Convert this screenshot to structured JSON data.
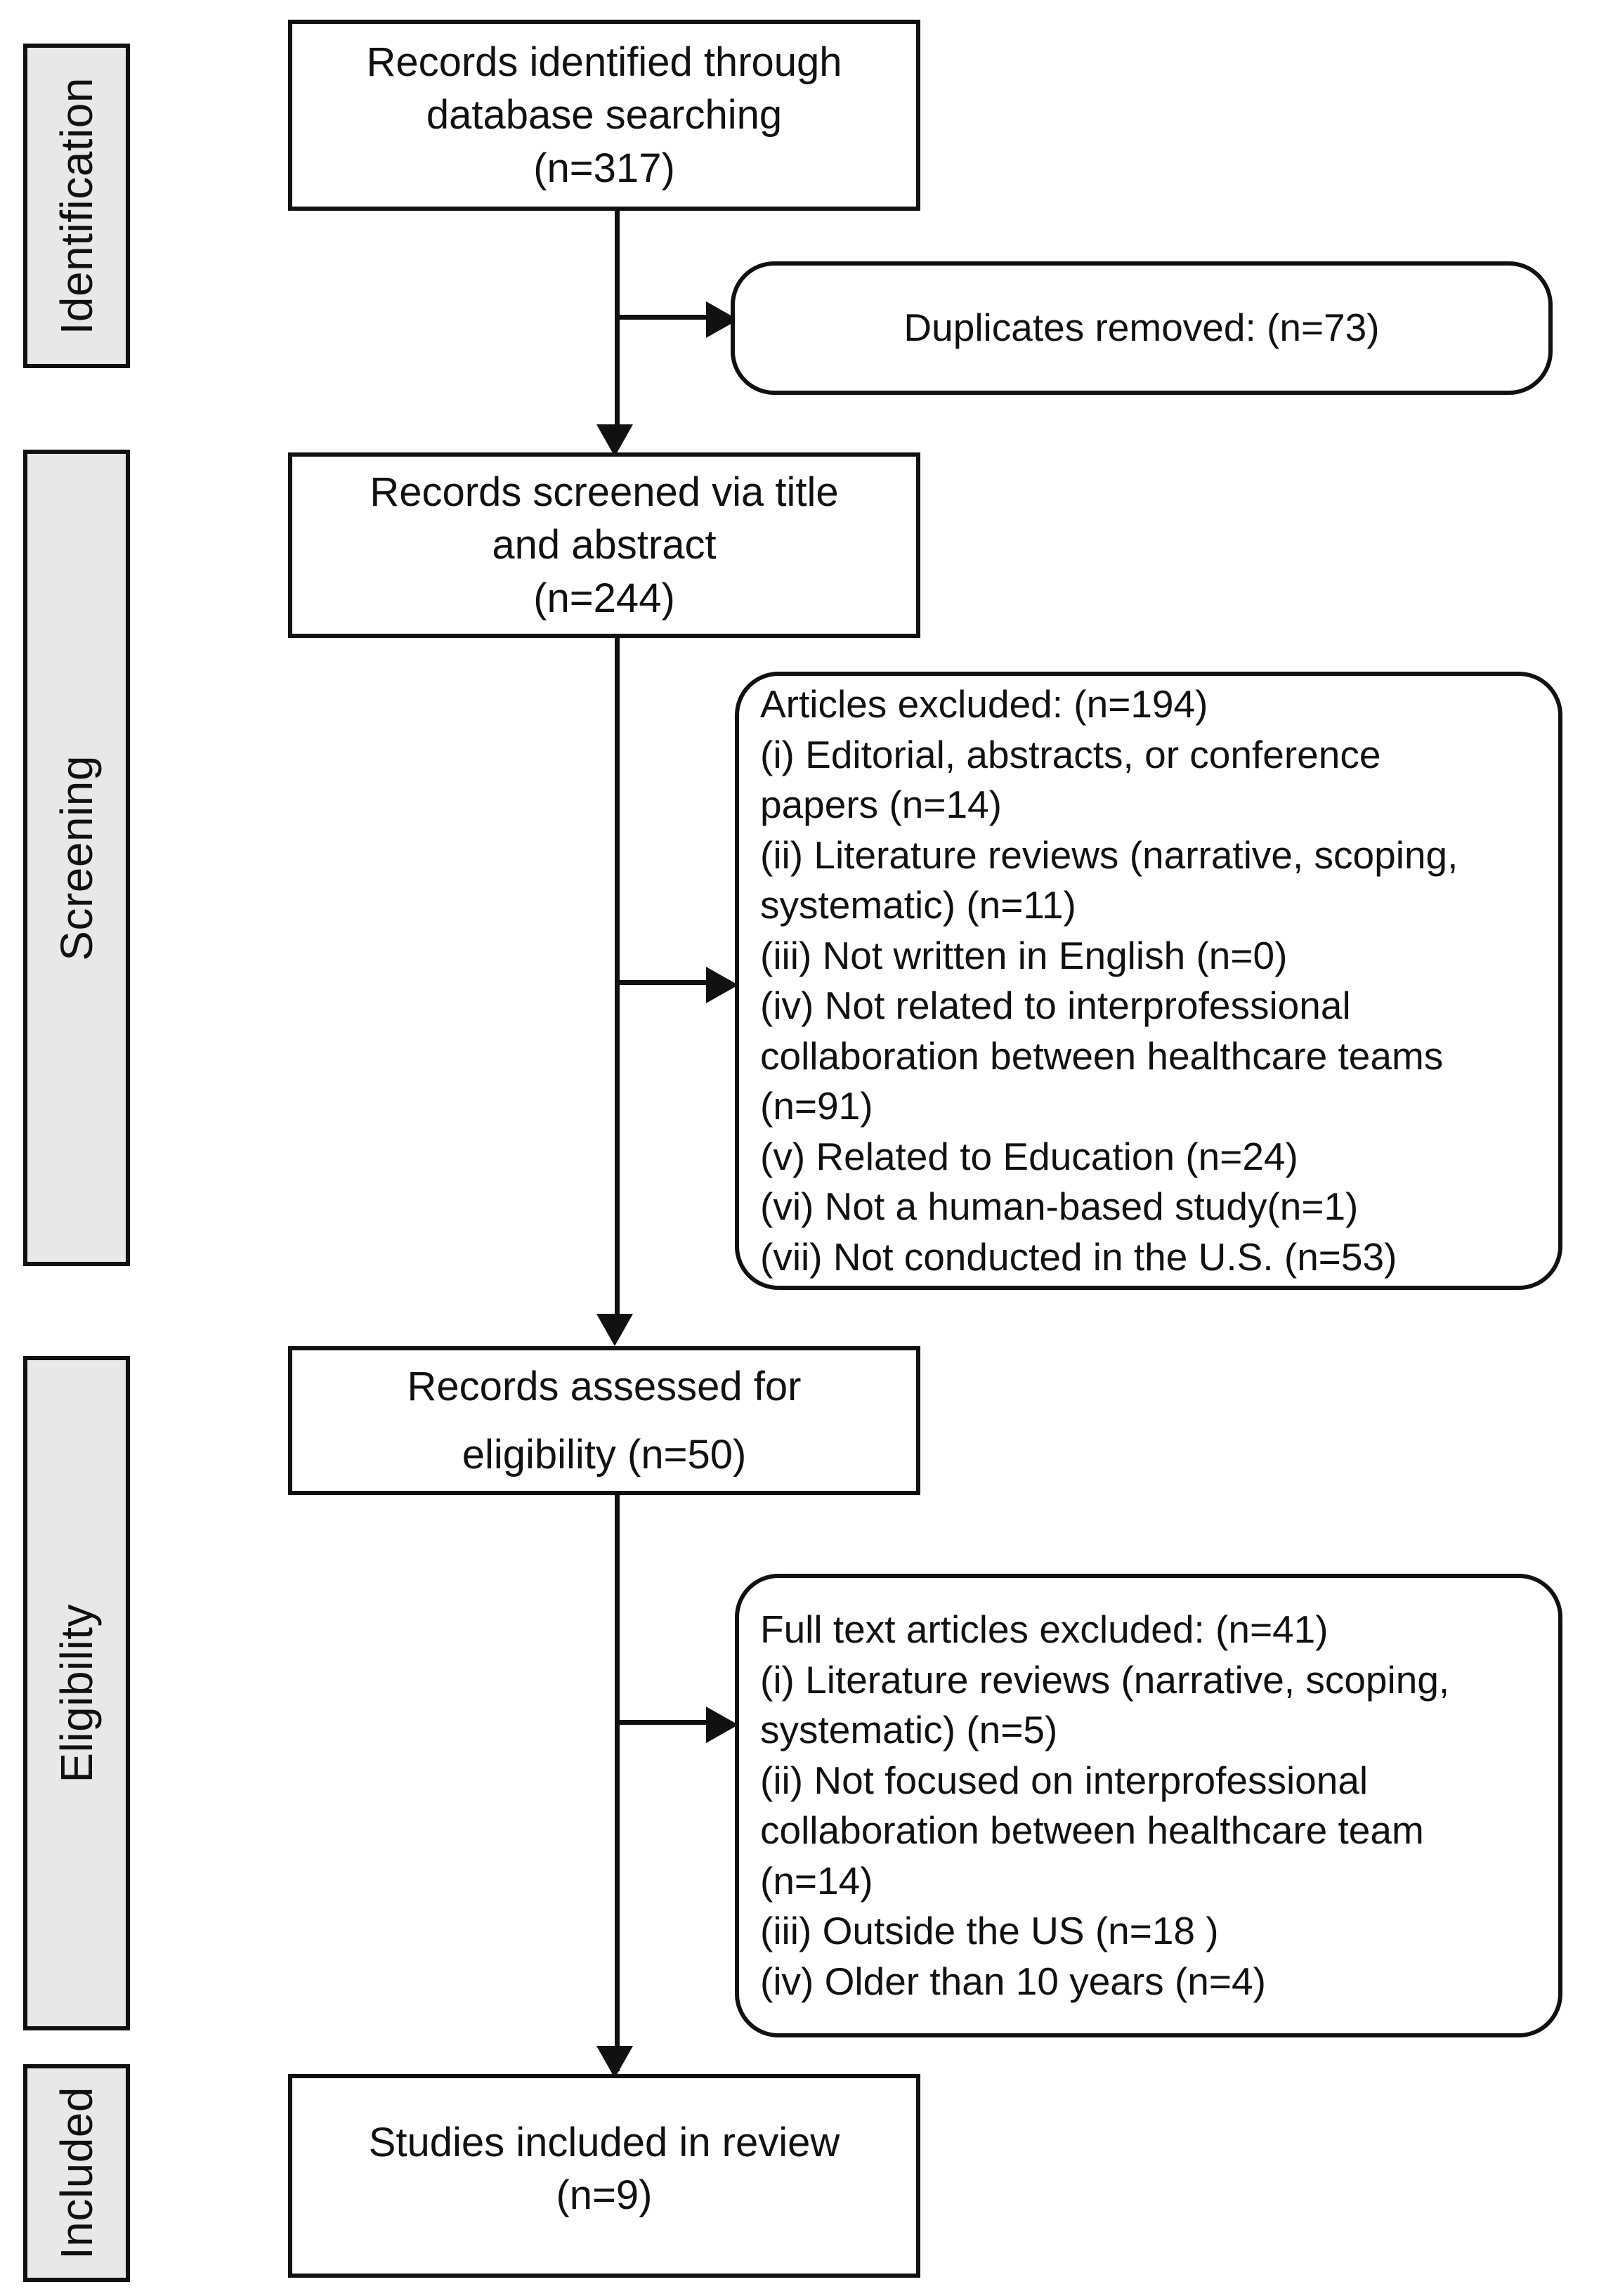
{
  "diagram": {
    "type": "PRISMA flow diagram",
    "stages": [
      {
        "label": "Identification"
      },
      {
        "label": "Screening"
      },
      {
        "label": "Eligibility"
      },
      {
        "label": "Included"
      }
    ],
    "boxes": {
      "identified": {
        "lines": [
          "Records identified through",
          "database searching",
          "(n=317)"
        ],
        "count": 317
      },
      "duplicates": {
        "lines": [
          "Duplicates removed: (n=73)"
        ],
        "count": 73
      },
      "screened": {
        "lines": [
          "Records screened via title",
          "and abstract",
          "(n=244)"
        ],
        "count": 244
      },
      "articles_excluded": {
        "lines": [
          "Articles excluded: (n=194)",
          "(i)   Editorial, abstracts, or conference",
          "papers (n=14)",
          "(ii)  Literature reviews (narrative,  scoping,",
          "systematic) (n=11)",
          "(iii) Not written in English (n=0)",
          "(iv) Not related to interprofessional",
          "collaboration between healthcare teams",
          "(n=91)",
          "(v)  Related to Education (n=24)",
          "(vi) Not a human-based study(n=1)",
          "(vii) Not conducted in the U.S. (n=53)"
        ],
        "count": 194
      },
      "assessed": {
        "lines": [
          "Records assessed for",
          "eligibility  (n=50)"
        ],
        "count": 50
      },
      "fulltext_excluded": {
        "lines": [
          "Full text articles excluded: (n=41)",
          "(i)  Literature reviews (narrative,  scoping,",
          "systematic) (n=5)",
          "(ii)  Not focused on interprofessional",
          "collaboration between healthcare team",
          "(n=14)",
          "(iii) Outside the US (n=18 )",
          "(iv) Older than  10 years (n=4)"
        ],
        "count": 41
      },
      "included": {
        "lines": [
          "Studies included in review",
          "(n=9)"
        ],
        "count": 9
      }
    },
    "colors": {
      "stroke": "#111111",
      "stage_fill": "#e8e8e8",
      "box_fill": "#ffffff",
      "text": "#111111"
    }
  }
}
